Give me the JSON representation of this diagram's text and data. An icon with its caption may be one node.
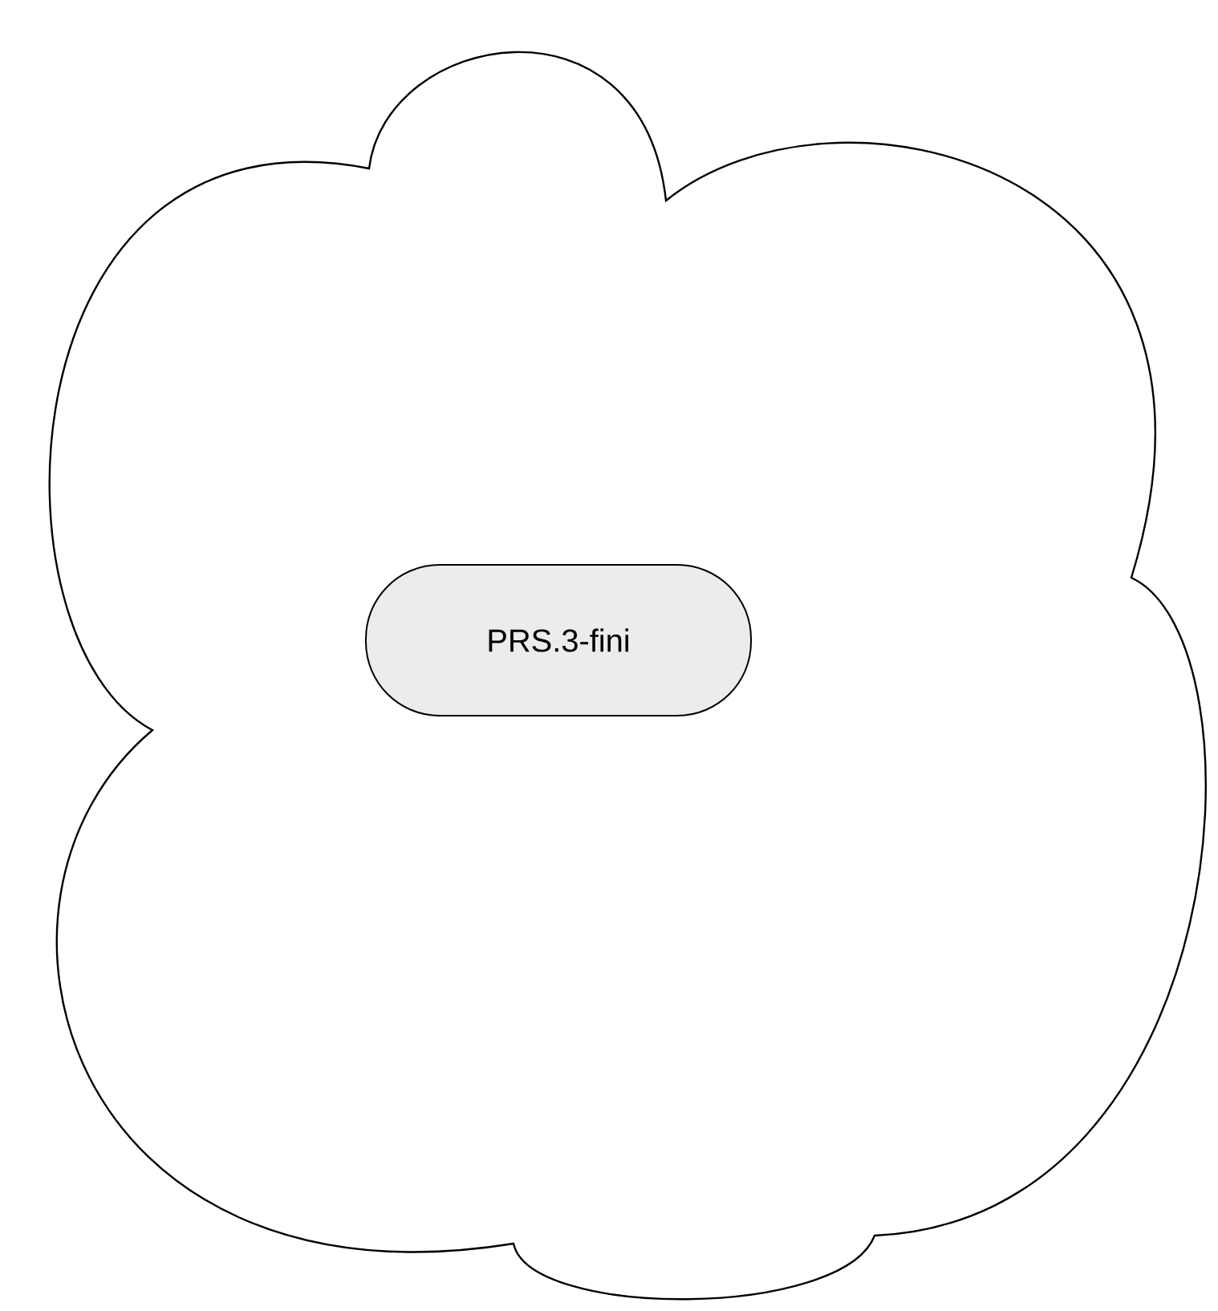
{
  "diagram": {
    "nodes": [
      {
        "text": [],
        "shape": "cloud"
      },
      {
        "text": [
          "PRS.3-fini"
        ],
        "in": 0
      }
    ]
  }
}
